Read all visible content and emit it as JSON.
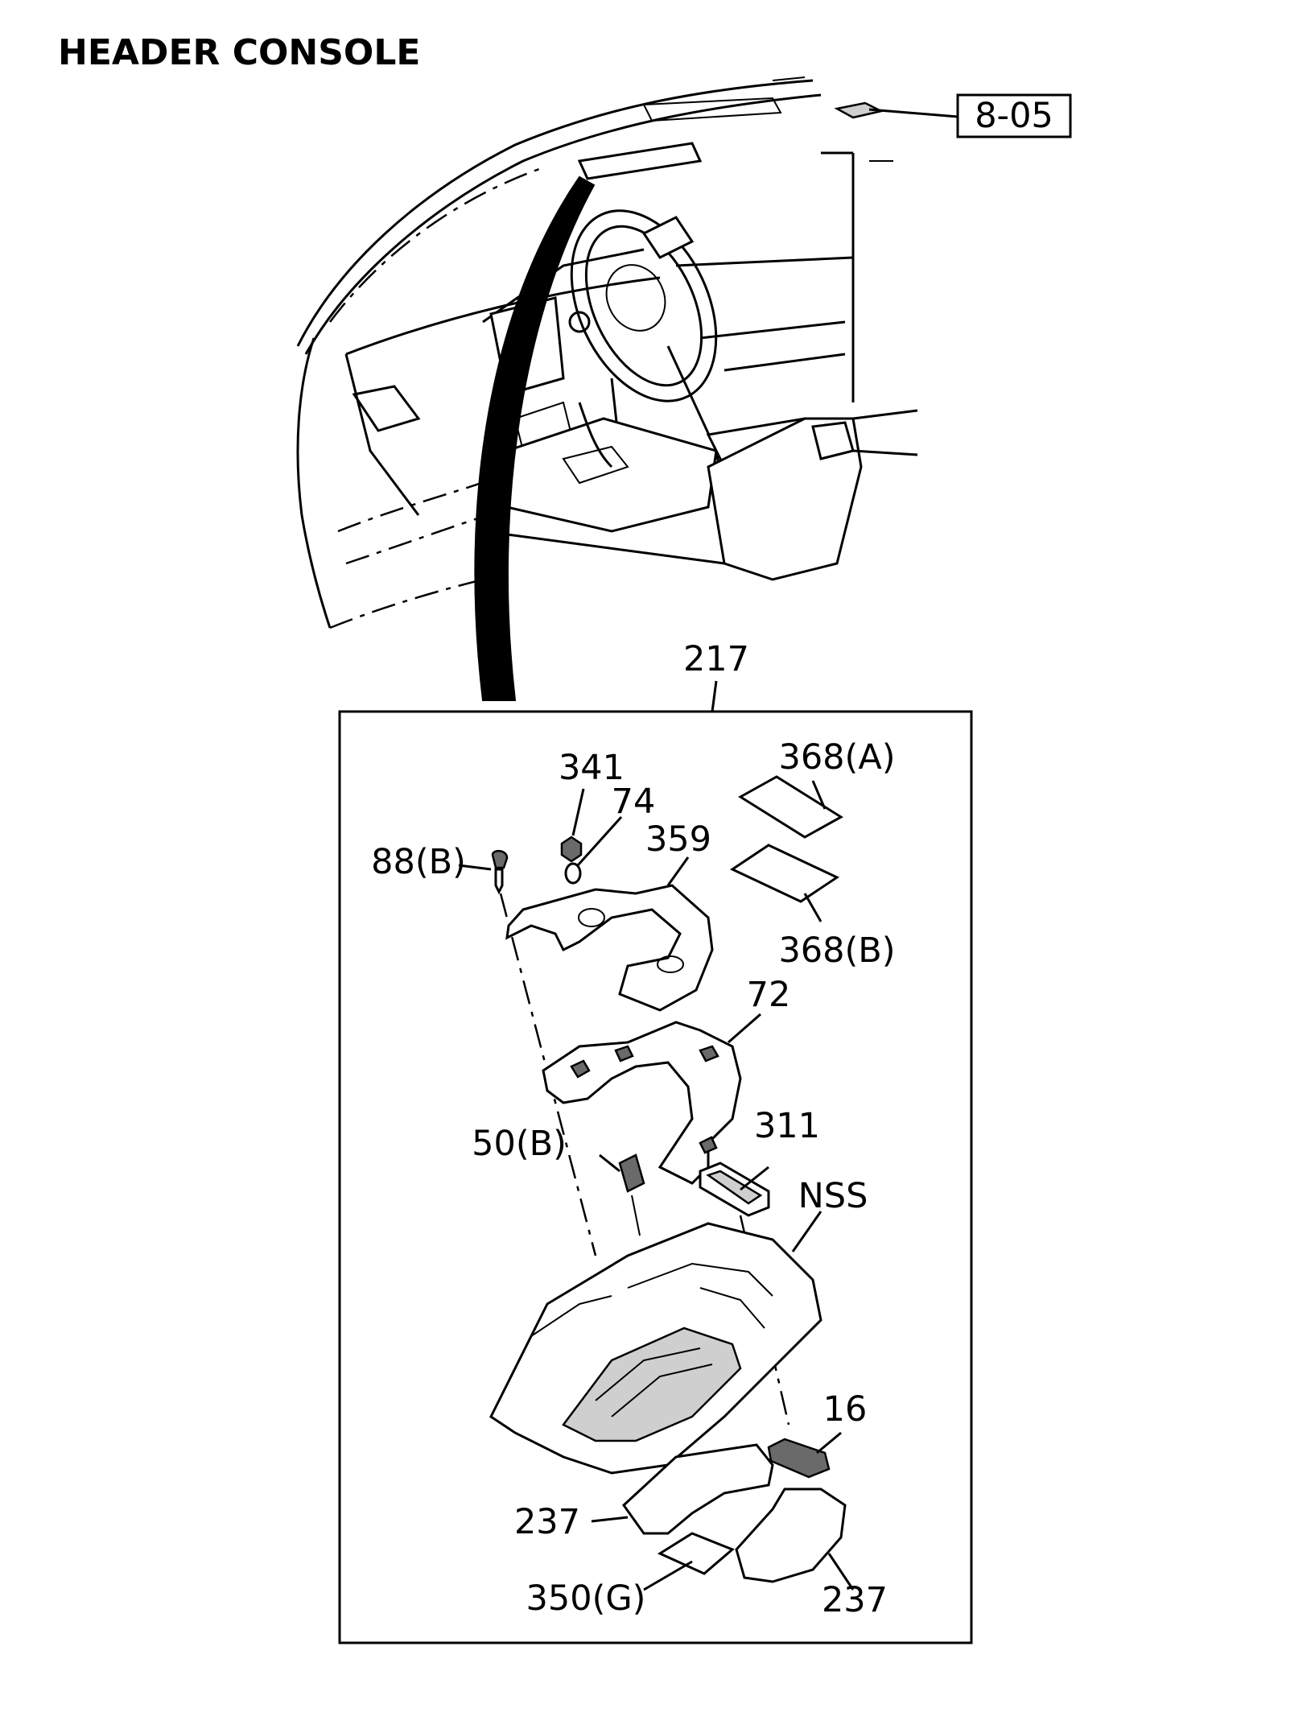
{
  "title": "HEADER CONSOLE",
  "reference_box": "8-05",
  "assembly_label": "217",
  "labels": {
    "p341": "341",
    "p74": "74",
    "p359": "359",
    "p368a": "368(A)",
    "p368b": "368(B)",
    "p88b": "88(B)",
    "p72": "72",
    "p50b": "50(B)",
    "p311": "311",
    "pnss": "NSS",
    "p16": "16",
    "p237a": "237",
    "p237b": "237",
    "p350g": "350(G)"
  }
}
